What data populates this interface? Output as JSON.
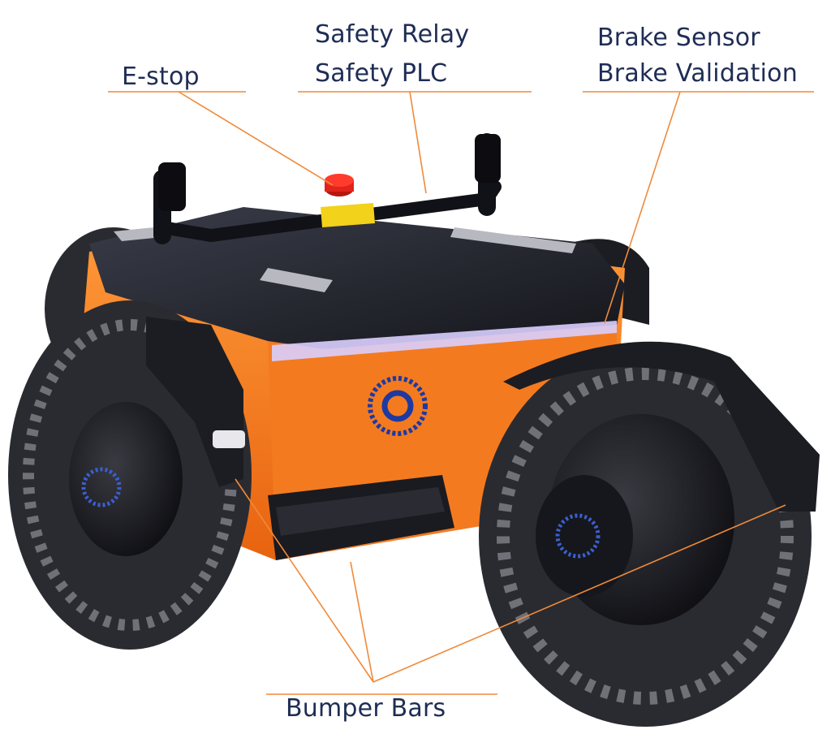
{
  "colors": {
    "label_text": "#1f2d55",
    "leader_line": "#f08a3a",
    "body_orange": "#f47a20",
    "chassis_black": "#1c1d22",
    "tire_dark": "#2a2b30",
    "estop_red": "#e0241b",
    "estop_collar": "#f2d21a",
    "logo_blue": "#1e3aa0",
    "light_strip": "#d9cfff"
  },
  "callouts": {
    "estop": {
      "text": "E-stop"
    },
    "safety_relay": {
      "text": "Safety Relay"
    },
    "safety_plc": {
      "text": "Safety PLC"
    },
    "brake_sensor": {
      "text": "Brake Sensor"
    },
    "brake_validation": {
      "text": "Brake Validation"
    },
    "bumper_bars": {
      "text": "Bumper Bars"
    }
  },
  "image": {
    "subject": "mobile-robot-base",
    "icons": [
      "estop-button-icon",
      "company-logo-icon"
    ]
  }
}
